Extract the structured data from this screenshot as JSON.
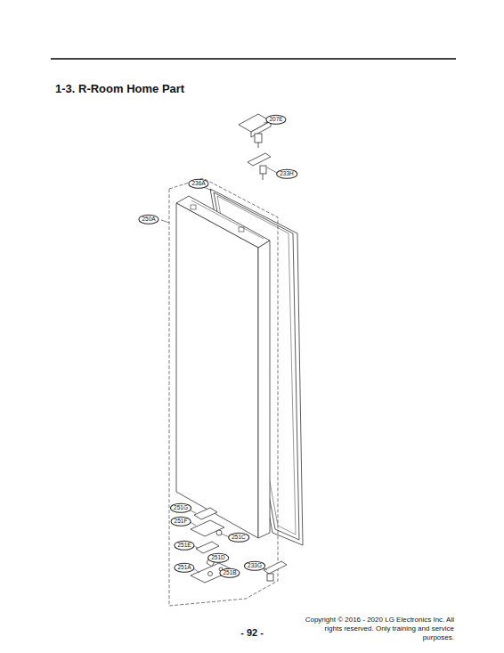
{
  "diagram": {
    "title": "1-3. R-Room Home Part",
    "labels": [
      "207E",
      "233H",
      "236A",
      "250A",
      "251G",
      "251F",
      "251C",
      "251E",
      "251D",
      "251A",
      "251B",
      "233G",
      "- 92 -",
      "Copyright © 2016 - 2020 LG Electronics Inc. All rights reserved. Only training and service purposes."
    ]
  }
}
